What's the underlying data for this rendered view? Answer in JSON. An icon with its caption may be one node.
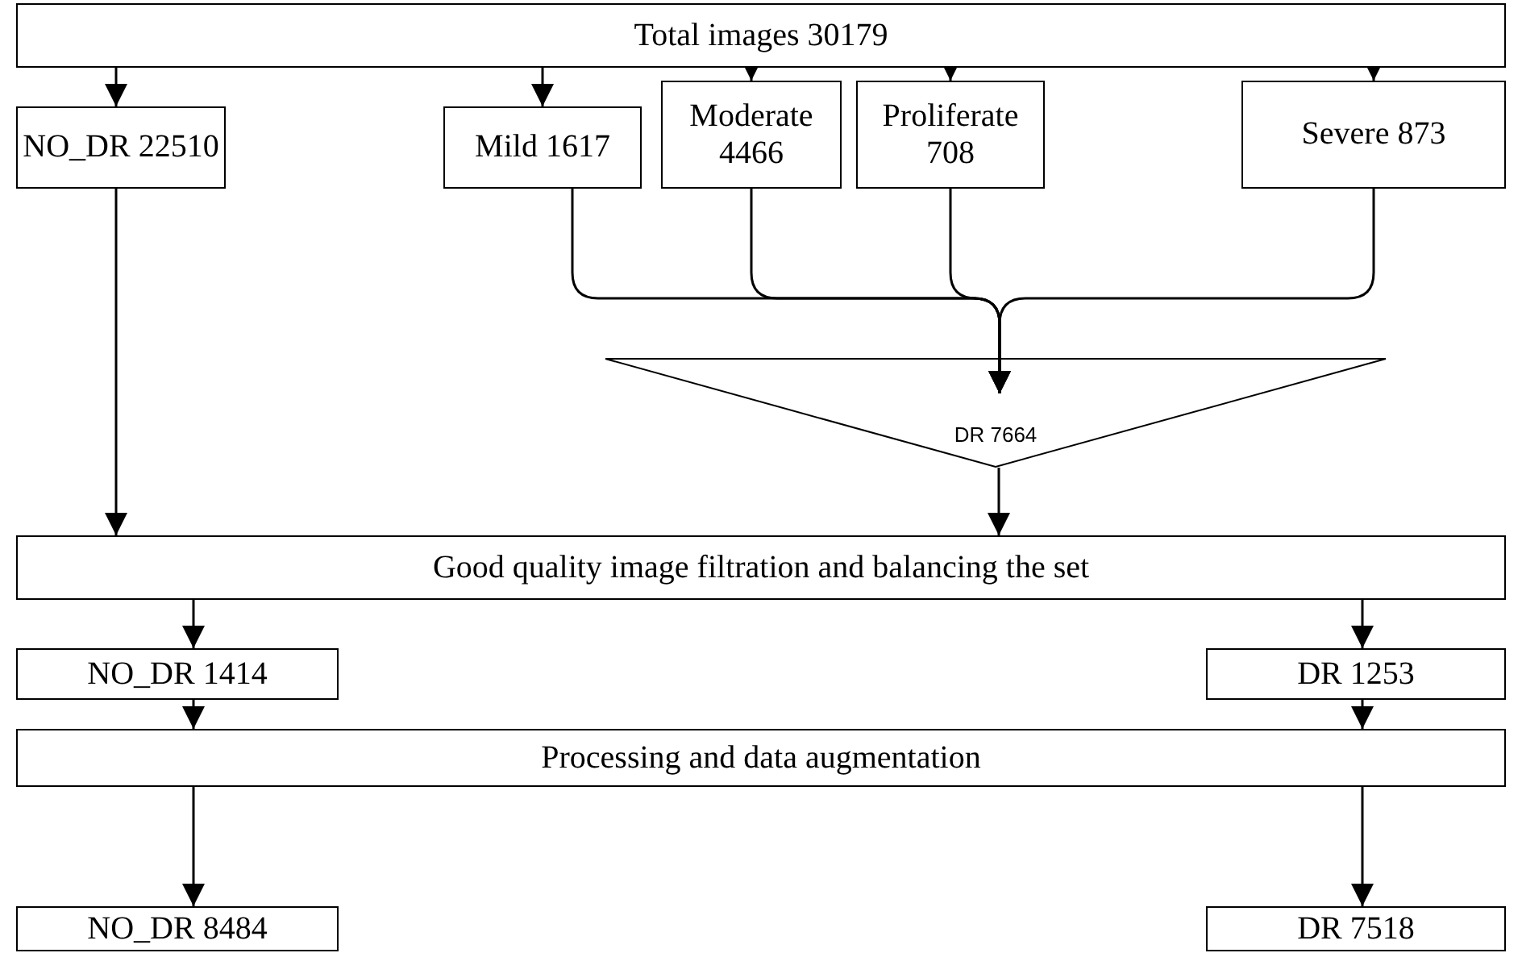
{
  "diagram": {
    "nodes": [
      {
        "text": [
          "Total images 30179"
        ]
      },
      {
        "text": [
          "NO_DR 22510"
        ]
      },
      {
        "text": [
          "Mild 1617"
        ]
      },
      {
        "text": [
          "Moderate 4466"
        ]
      },
      {
        "text": [
          "Proliferate 708"
        ]
      },
      {
        "text": [
          "Severe 873"
        ]
      },
      {
        "text": [
          "DR 7664"
        ]
      },
      {
        "text": [
          "Good quality image filtration and balancing the set"
        ]
      },
      {
        "text": [
          "NO_DR 1414"
        ]
      },
      {
        "text": [
          "DR 1253"
        ]
      },
      {
        "text": [
          "Processing and data augmentation"
        ]
      },
      {
        "text": [
          "NO_DR 8484"
        ]
      },
      {
        "text": [
          "DR 7518"
        ]
      }
    ],
    "edges": [
      {
        "from": 0,
        "to": 1,
        "arrow": "to"
      },
      {
        "from": 0,
        "to": 2,
        "arrow": "to"
      },
      {
        "from": 0,
        "to": 3,
        "arrow": "to"
      },
      {
        "from": 0,
        "to": 4,
        "arrow": "to"
      },
      {
        "from": 0,
        "to": 5,
        "arrow": "to"
      },
      {
        "from": 2,
        "to": 6,
        "arrow": "to"
      },
      {
        "from": 3,
        "to": 6,
        "arrow": "to"
      },
      {
        "from": 4,
        "to": 6,
        "arrow": "to"
      },
      {
        "from": 5,
        "to": 6,
        "arrow": "to"
      },
      {
        "from": 1,
        "to": 7,
        "arrow": "to"
      },
      {
        "from": 6,
        "to": 7,
        "arrow": "to"
      },
      {
        "from": 7,
        "to": 8,
        "arrow": "to"
      },
      {
        "from": 7,
        "to": 9,
        "arrow": "to"
      },
      {
        "from": 8,
        "to": 10,
        "arrow": "to"
      },
      {
        "from": 9,
        "to": 10,
        "arrow": "to"
      },
      {
        "from": 10,
        "to": 11,
        "arrow": "to"
      },
      {
        "from": 10,
        "to": 12,
        "arrow": "to"
      }
    ]
  }
}
